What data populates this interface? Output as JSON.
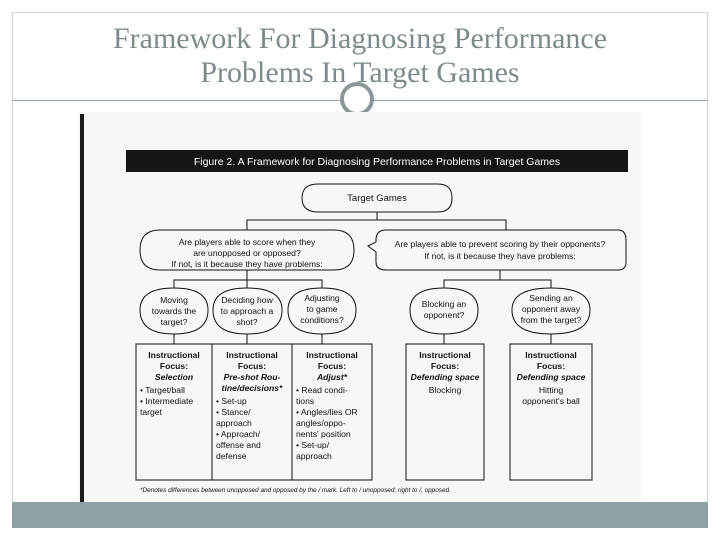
{
  "slide": {
    "title_line1": "Framework For Diagnosing Performance",
    "title_line2": "Problems In Target Games"
  },
  "figure": {
    "caption": "Figure 2. A Framework for Diagnosing Performance Problems in Target Games",
    "root": "Target Games",
    "left_question": [
      "Are players able to score when they",
      "are unopposed or opposed?",
      "If not, is it because they have problems:"
    ],
    "right_question": [
      "Are players able to prevent scoring by their opponents?",
      "If not, is it because they have problems:"
    ],
    "problems": [
      [
        "Moving",
        "towards the",
        "target?"
      ],
      [
        "Deciding how",
        "to approach a",
        "shot?"
      ],
      [
        "Adjusting",
        "to game",
        "conditions?"
      ],
      [
        "Blocking an",
        "opponent?"
      ],
      [
        "Sending an",
        "opponent away",
        "from the target?"
      ]
    ],
    "focus": [
      {
        "head": [
          "Instructional",
          "Focus:"
        ],
        "name": [
          "Selection"
        ],
        "items": [
          "• Target/ball",
          "• Intermediate",
          "  target"
        ]
      },
      {
        "head": [
          "Instructional",
          "Focus:"
        ],
        "name": [
          "Pre-shot Rou-",
          "tine/decisions*"
        ],
        "items": [
          "• Set-up",
          "• Stance/",
          "  approach",
          "• Approach/",
          "  offense and",
          "  defense"
        ]
      },
      {
        "head": [
          "Instructional",
          "Focus:"
        ],
        "name": [
          "Adjust*"
        ],
        "items": [
          "• Read condi-",
          "  tions",
          "• Angles/lies OR",
          "  angles/oppo-",
          "  nents' position",
          "• Set-up/",
          "  approach"
        ]
      },
      {
        "head": [
          "Instructional",
          "Focus:"
        ],
        "name": [
          "Defending space"
        ],
        "items": [
          "Blocking"
        ]
      },
      {
        "head": [
          "Instructional",
          "Focus:"
        ],
        "name": [
          "Defending space"
        ],
        "items": [
          "Hitting",
          "opponent's ball"
        ]
      }
    ],
    "footnote": "*Denotes differences between unopposed and opposed by the / mark. Left to / unopposed; right to /, opposed."
  }
}
